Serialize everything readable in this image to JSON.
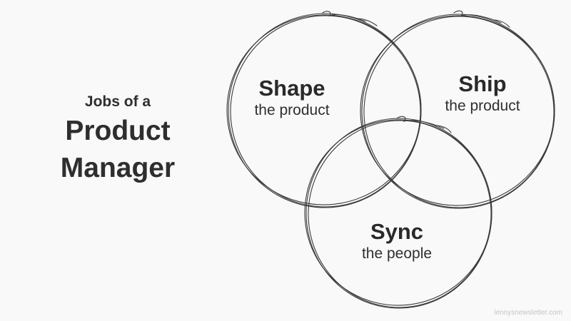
{
  "title": {
    "line1": "Jobs of a",
    "line2": "Product",
    "line3": "Manager"
  },
  "circles": [
    {
      "id": "shape",
      "title": "Shape",
      "subtitle": "the product"
    },
    {
      "id": "ship",
      "title": "Ship",
      "subtitle": "the product"
    },
    {
      "id": "sync",
      "title": "Sync",
      "subtitle": "the people"
    }
  ],
  "footer": "lennysnewsletter.com",
  "colors": {
    "background": "#f9f9f9",
    "text": "#2b2b2b",
    "stroke": "#3a3a3a",
    "footer": "#c4c4c4"
  }
}
